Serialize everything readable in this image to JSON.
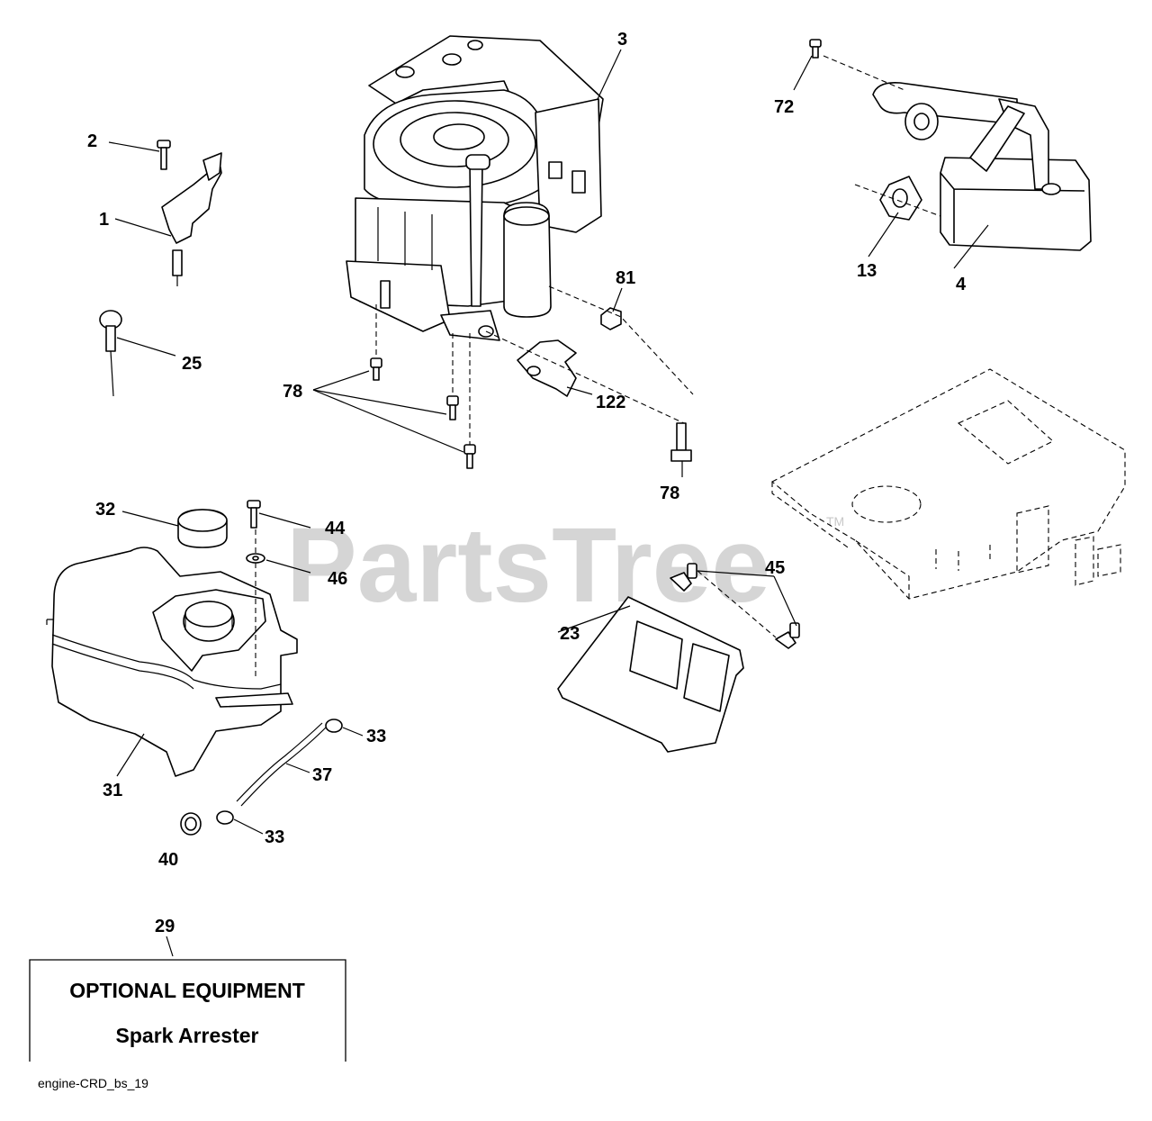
{
  "watermark": {
    "text": "PartsTree",
    "trademark": "TM"
  },
  "callouts": {
    "c1": "1",
    "c2": "2",
    "c3": "3",
    "c4": "4",
    "c13": "13",
    "c23": "23",
    "c25": "25",
    "c29": "29",
    "c31": "31",
    "c32": "32",
    "c33a": "33",
    "c33b": "33",
    "c37": "37",
    "c40": "40",
    "c44": "44",
    "c45": "45",
    "c46": "46",
    "c72": "72",
    "c78a": "78",
    "c78b": "78",
    "c81": "81",
    "c122": "122"
  },
  "optional_box": {
    "title": "OPTIONAL EQUIPMENT",
    "subtitle": "Spark Arrester"
  },
  "footer": {
    "code": "engine-CRD_bs_19"
  }
}
